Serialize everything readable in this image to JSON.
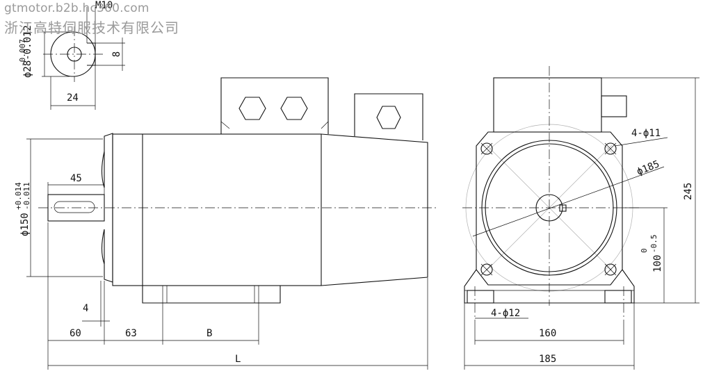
{
  "watermark": {
    "line1": "gtmotor.b2b.hc360.com",
    "line2": "浙江高特伺服技术有限公司"
  },
  "dimensions": {
    "shaft_thread": "M10",
    "shaft_key": "8",
    "shaft_diameter": "ϕ28-0.012",
    "shaft_diameter_tol": "-0.007",
    "shaft_height": "24",
    "shaft_length": "45",
    "pilot_diameter": "ϕ150",
    "pilot_tol_upper": "+0.014",
    "pilot_tol_lower": "-0.011",
    "flange_thickness": "4",
    "len_60": "60",
    "len_63": "63",
    "len_B": "B",
    "len_L": "L",
    "bolt_holes": "4-ϕ11",
    "bolt_circle": "ϕ185",
    "overall_height": "245",
    "center_height": "100",
    "center_height_tol": "0",
    "center_height_tol2": "-0.5",
    "foot_holes": "4-ϕ12",
    "foot_spacing": "160",
    "foot_width": "185"
  },
  "colors": {
    "line": "#111111",
    "watermark": "#9a9a9a"
  }
}
